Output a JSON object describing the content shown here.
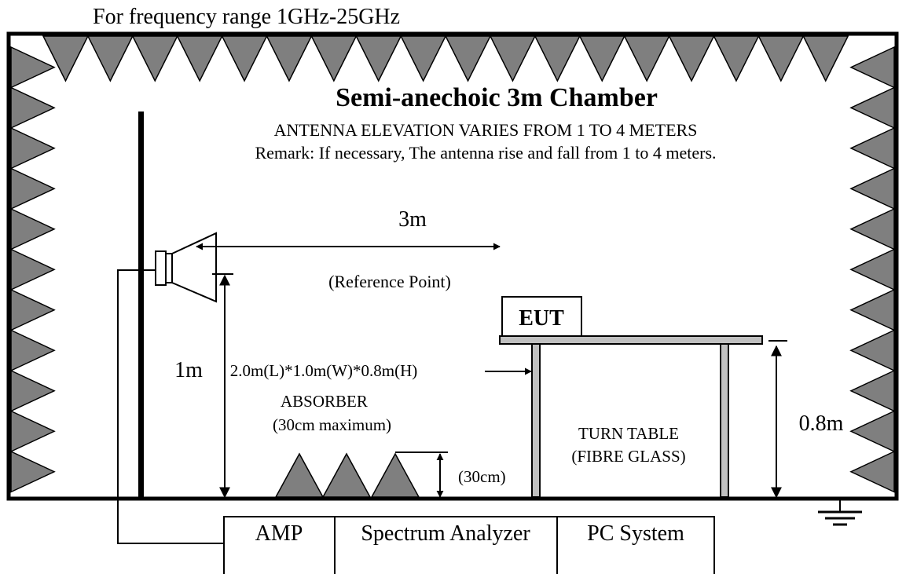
{
  "frequency_note": "For frequency range 1GHz-25GHz",
  "chamber": {
    "title": "Semi-anechoic 3m Chamber",
    "antenna_elevation": "ANTENNA ELEVATION VARIES FROM 1 TO 4 METERS",
    "remark": "Remark: If necessary, The antenna rise and fall from 1 to 4 meters."
  },
  "distance_label": "3m",
  "reference_point": "(Reference Point)",
  "antenna_height_label": "1m",
  "table_dimensions": "2.0m(L)*1.0m(W)*0.8m(H)",
  "eut_label": "EUT",
  "table_height_label": "0.8m",
  "absorber": {
    "label_line1": "ABSORBER",
    "label_line2": "(30cm maximum)",
    "height_label": "(30cm)"
  },
  "turn_table": {
    "line1": "TURN TABLE",
    "line2": "(FIBRE GLASS)"
  },
  "equipment": {
    "amp": "AMP",
    "spectrum_analyzer": "Spectrum Analyzer",
    "pc_system": "PC System"
  },
  "colors": {
    "absorber_fill": "#7f7f7f",
    "table_fill": "#c0c0c0",
    "line": "#000000"
  }
}
